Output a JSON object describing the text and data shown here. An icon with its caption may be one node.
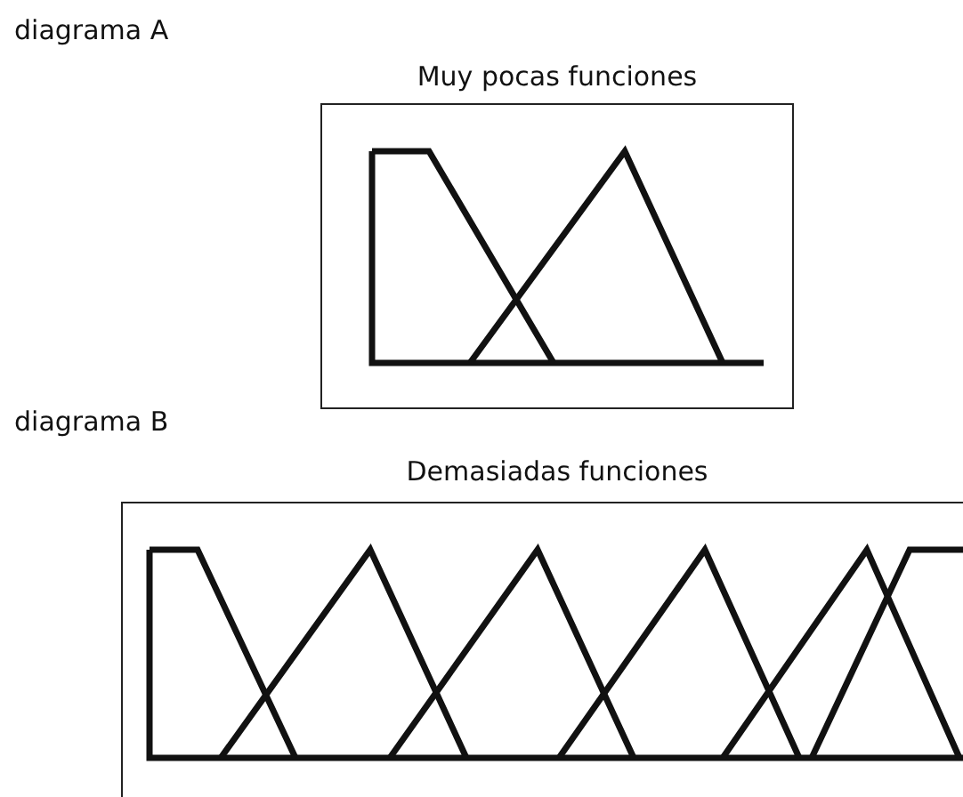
{
  "diagram": {
    "nodes": [
      {
        "text": [
          "Muy pocas funciones"
        ]
      },
      {
        "text": [
          "Demasiadas funciones"
        ]
      }
    ],
    "labels": [
      "diagrama A",
      "diagrama B"
    ]
  }
}
